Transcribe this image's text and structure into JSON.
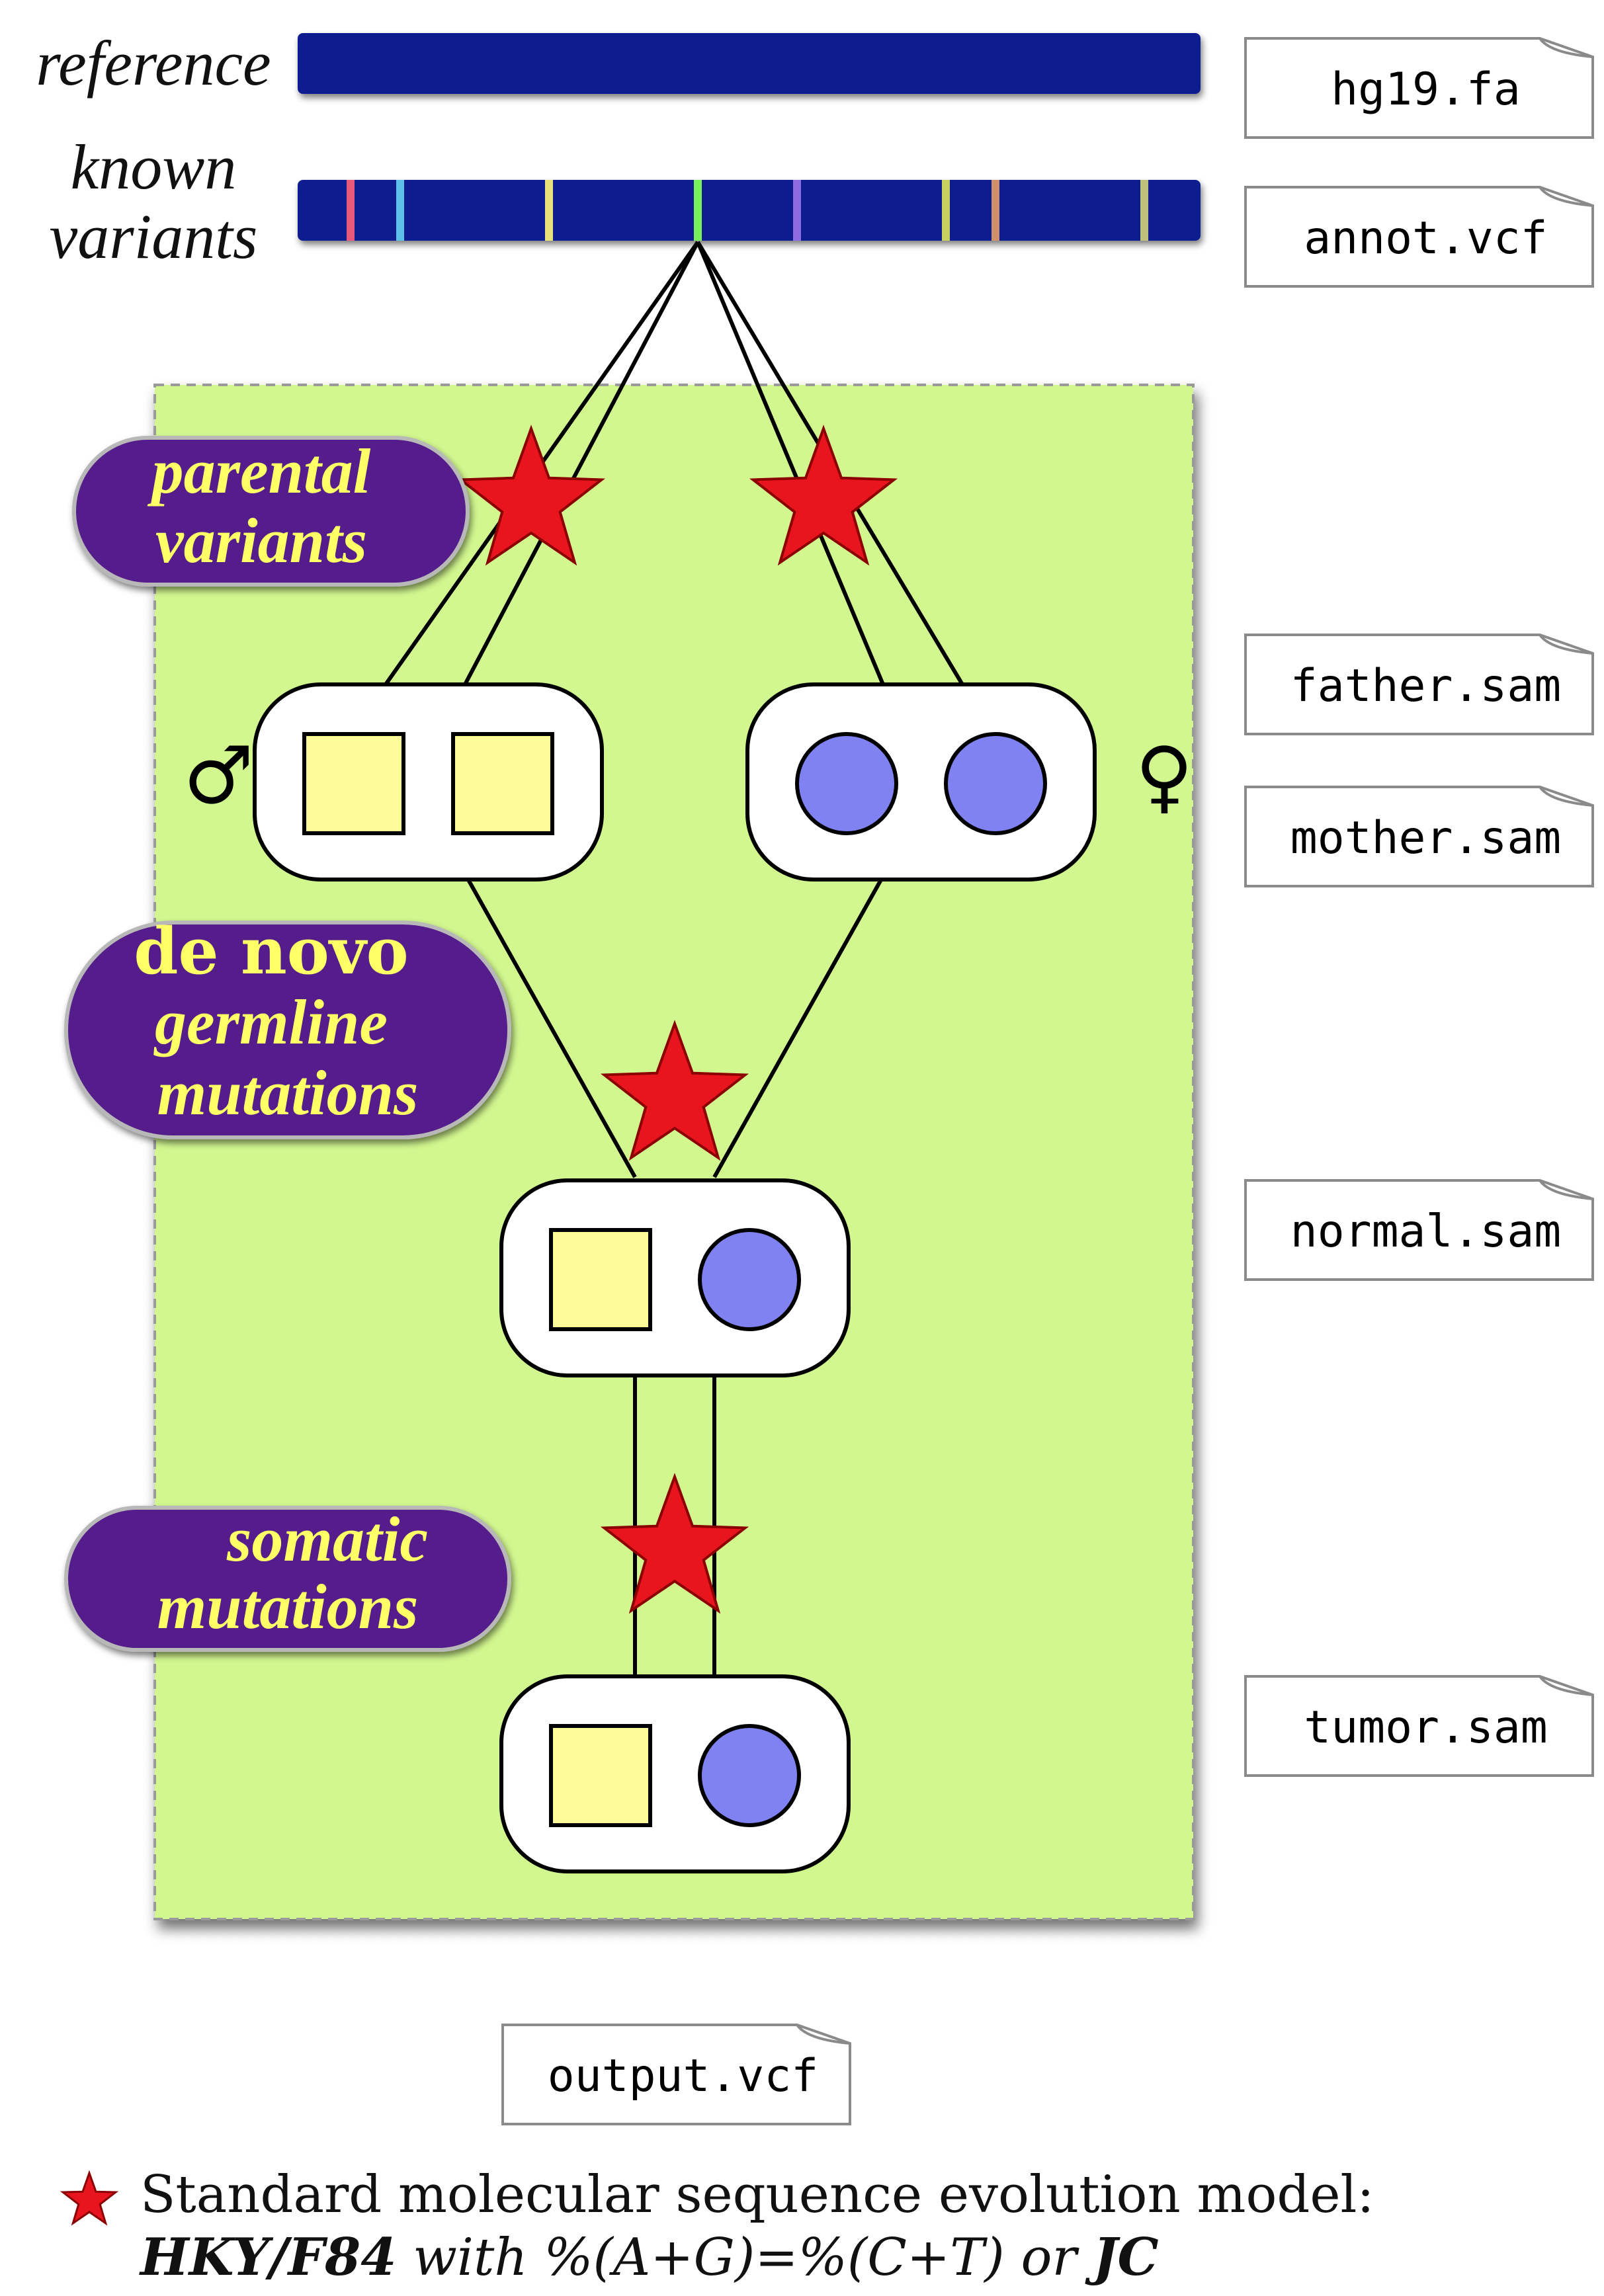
{
  "rows": {
    "reference_label": "reference",
    "known_label_line1": "known",
    "known_label_line2": "variants"
  },
  "bars": {
    "reference_color": "#0a1f8f",
    "known_color": "#0a1f8f",
    "variant_marks": [
      {
        "color": "#e8587a"
      },
      {
        "color": "#5cc0e8"
      },
      {
        "color": "#e8e07a"
      },
      {
        "color": "#7af05c"
      },
      {
        "color": "#8c6ce0"
      },
      {
        "color": "#c8d060"
      },
      {
        "color": "#d0906a"
      },
      {
        "color": "#c0c07a"
      }
    ]
  },
  "files": {
    "reference": "hg19.fa",
    "known": "annot.vcf",
    "father": "father.sam",
    "mother": "mother.sam",
    "normal": "normal.sam",
    "tumor": "tumor.sam",
    "output": "output.vcf"
  },
  "pills": {
    "parental_line1": "parental",
    "parental_line2": "variants",
    "denovo_line1": "de novo",
    "denovo_line2": "germline",
    "denovo_line3": "mutations",
    "somatic_line1": "somatic",
    "somatic_line2": "mutations"
  },
  "symbols": {
    "male": "♂",
    "female": "♀"
  },
  "legend": {
    "line1": "Standard molecular sequence evolution model:",
    "model_a": "HKY/F84",
    "with": " with %(A+G)=%(C+T) or ",
    "model_b": "JC"
  },
  "colors": {
    "panel": "#d2f78f",
    "pill": "#551a8b",
    "pill_text": "#ffff66",
    "star": "#e8141e",
    "square": "#fdfa9a",
    "circle": "#7f82f0"
  }
}
